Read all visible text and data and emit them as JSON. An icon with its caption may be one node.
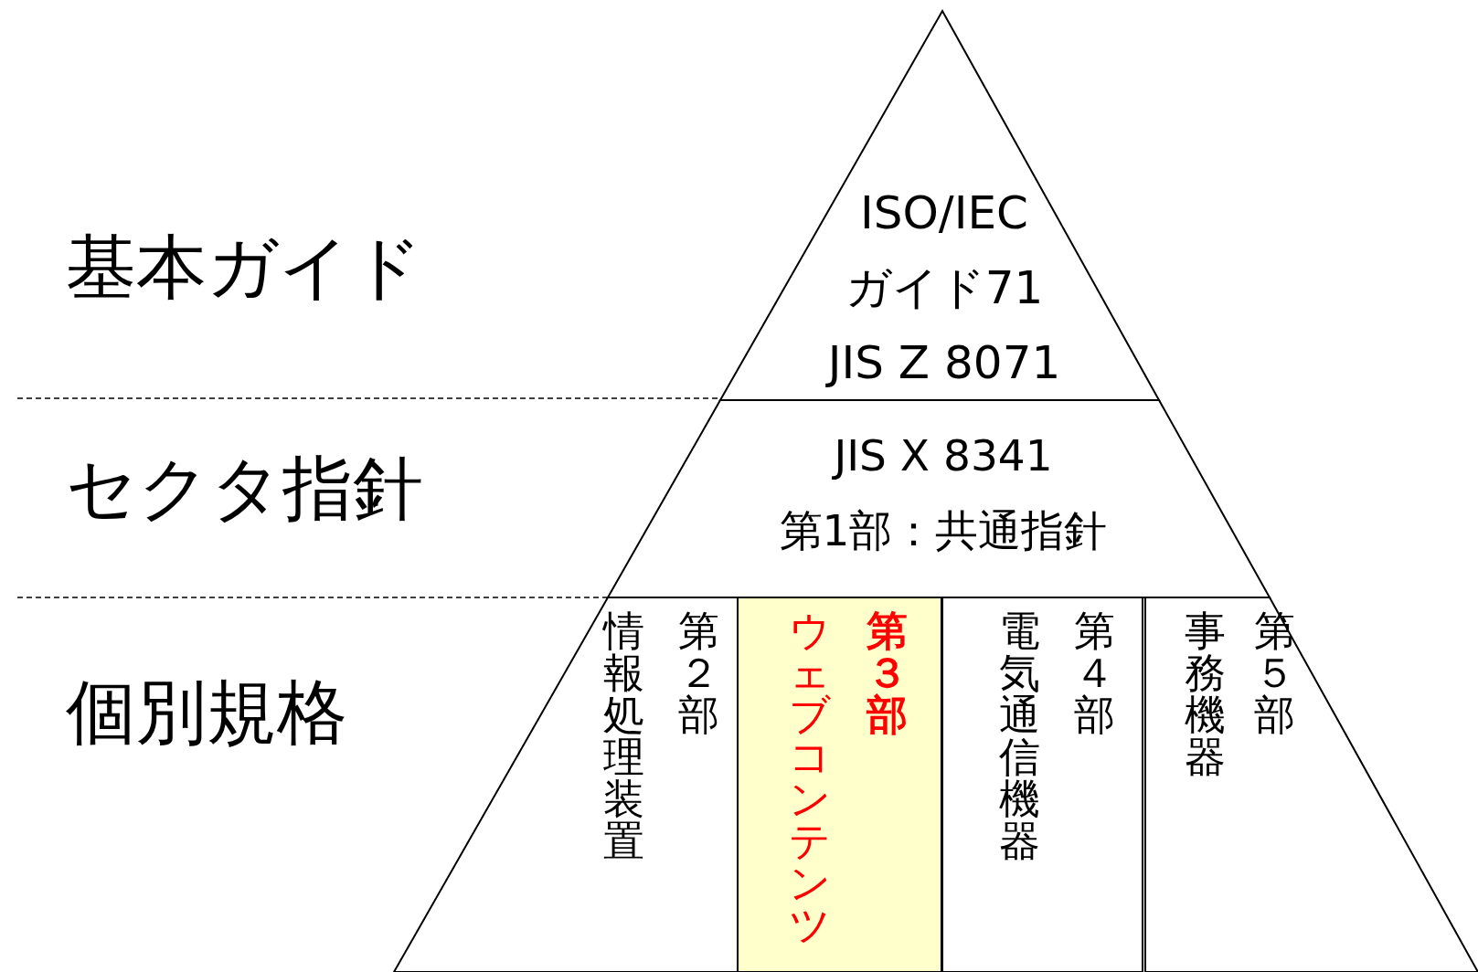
{
  "diagram": {
    "nodes": [
      {
        "text": [
          "ISO/IEC ガイド71",
          "JIS Z 8071"
        ]
      },
      {
        "text": [
          "JIS X 8341",
          "第1部：共通指針"
        ]
      },
      {
        "text": [
          "情報処理装置",
          "第２部"
        ]
      },
      {
        "text": [
          "ウェブコンテンツ",
          "第３部"
        ]
      },
      {
        "text": [
          "電気通信機器",
          "第４部"
        ]
      },
      {
        "text": [
          "事務機器",
          "第５部"
        ]
      }
    ],
    "labels": [
      "基本ガイド",
      "セクタ指針",
      "個別規格"
    ]
  }
}
